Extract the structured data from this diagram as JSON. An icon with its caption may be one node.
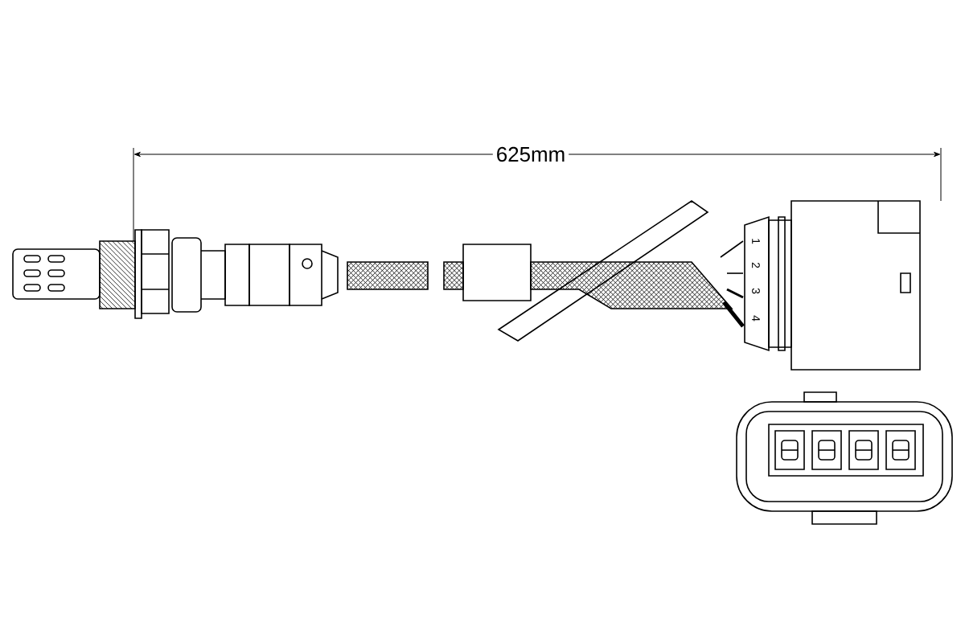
{
  "diagram": {
    "labels": [
      "625mm",
      "1",
      "2",
      "3",
      "4"
    ]
  }
}
